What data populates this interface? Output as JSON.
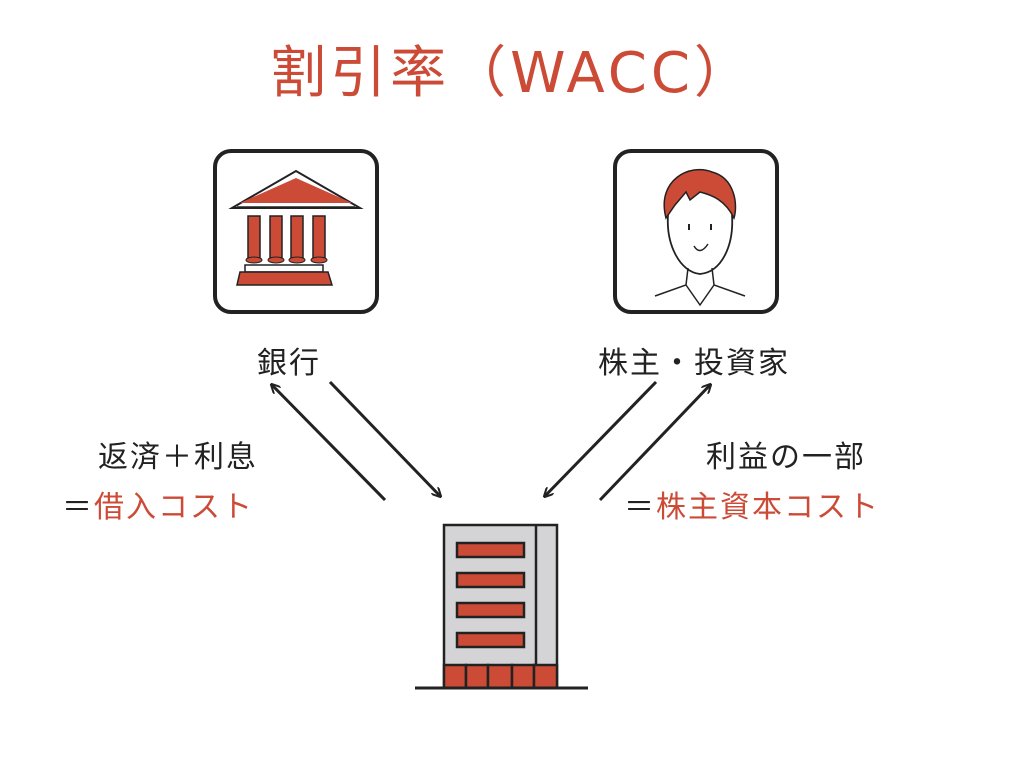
{
  "title": "割引率（WACC）",
  "bank": {
    "label": "銀行",
    "icon": "bank-icon"
  },
  "investor": {
    "label": "株主・投資家",
    "icon": "person-icon"
  },
  "left_flow": {
    "line1": "返済＋利息",
    "prefix": "＝",
    "cost": "借入コスト"
  },
  "right_flow": {
    "line1": "利益の一部",
    "prefix": "＝",
    "cost": "株主資本コスト"
  },
  "company": {
    "icon": "building-icon"
  },
  "colors": {
    "accent": "#cc4b37",
    "outline": "#222222",
    "building": "#d4d4d6"
  }
}
